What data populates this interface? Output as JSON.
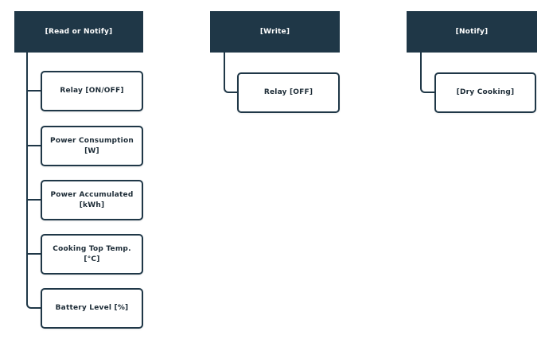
{
  "diagram": {
    "description": "Device capability tree diagram with three groups",
    "colors": {
      "group_header_background": "#1f3747",
      "group_header_text": "#ffffff",
      "node_border": "#1f3747",
      "node_background": "#ffffff",
      "node_text": "#1c2b36",
      "connector": "#1f3747",
      "canvas_background": "#ffffff"
    },
    "trees": [
      {
        "header": "[Read or Notify]",
        "children": [
          "Relay [ON/OFF]",
          "Power Consumption [W]",
          "Power Accumulated\n[kWh]",
          "Cooking Top Temp. [°C]",
          "Battery Level [%]"
        ]
      },
      {
        "header": "[Write]",
        "children": [
          "Relay [OFF]"
        ]
      },
      {
        "header": "[Notify]",
        "children": [
          "[Dry Cooking]"
        ]
      }
    ]
  }
}
